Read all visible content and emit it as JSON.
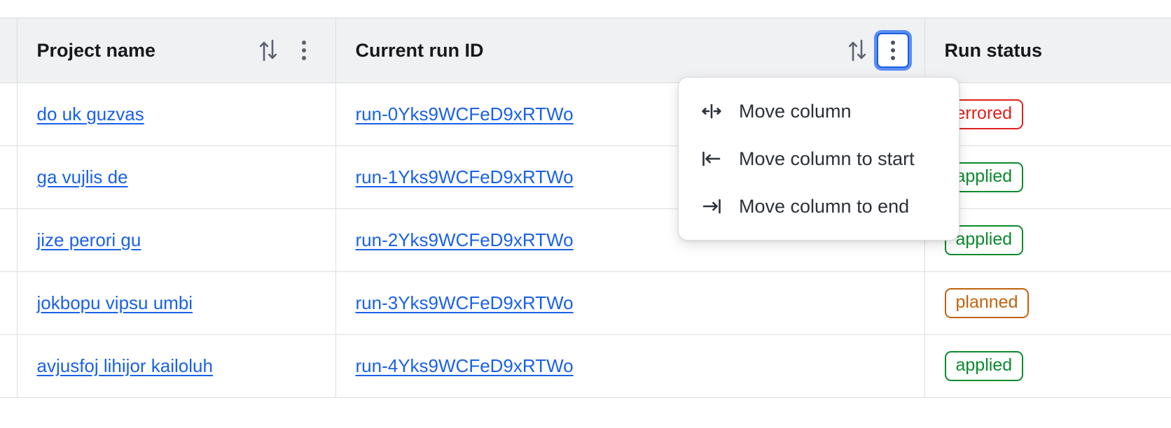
{
  "table": {
    "columns": [
      {
        "key": "select",
        "label": "",
        "has_sort": false,
        "has_menu": false
      },
      {
        "key": "project",
        "label": "Project name",
        "has_sort": true,
        "has_menu": true,
        "menu_open": false
      },
      {
        "key": "runid",
        "label": "Current run ID",
        "has_sort": true,
        "has_menu": true,
        "menu_open": true
      },
      {
        "key": "status",
        "label": "Run status",
        "has_sort": true,
        "has_menu": false
      }
    ],
    "rows": [
      {
        "project": "do uk guzvas",
        "run_id": "run-0Yks9WCFeD9xRTWo",
        "status": "errored",
        "status_kind": "errored"
      },
      {
        "project": "ga vujlis de",
        "run_id": "run-1Yks9WCFeD9xRTWo",
        "status": "applied",
        "status_kind": "applied"
      },
      {
        "project": "jize perori gu",
        "run_id": "run-2Yks9WCFeD9xRTWo",
        "status": "applied",
        "status_kind": "applied"
      },
      {
        "project": "jokbopu vipsu umbi",
        "run_id": "run-3Yks9WCFeD9xRTWo",
        "status": "planned",
        "status_kind": "planned"
      },
      {
        "project": "avjusfoj lihijor kailoluh",
        "run_id": "run-4Yks9WCFeD9xRTWo",
        "status": "applied",
        "status_kind": "applied"
      }
    ]
  },
  "column_menu": {
    "items": [
      {
        "label": "Move column",
        "icon": "move-column-icon"
      },
      {
        "label": "Move column to start",
        "icon": "move-column-to-start-icon"
      },
      {
        "label": "Move column to end",
        "icon": "move-column-to-end-icon"
      }
    ]
  },
  "icons": {
    "sort": "sort-ascending-descending-icon",
    "kebab": "more-options-icon"
  },
  "colors": {
    "link": "#1a61e8",
    "focus_ring": "#5b8df5",
    "focus_border": "#1b5fe0",
    "header_bg": "#f0f1f3",
    "border": "#dcdee1",
    "errored": "#e0201b",
    "applied": "#0a8a2e",
    "planned": "#c2620b"
  }
}
